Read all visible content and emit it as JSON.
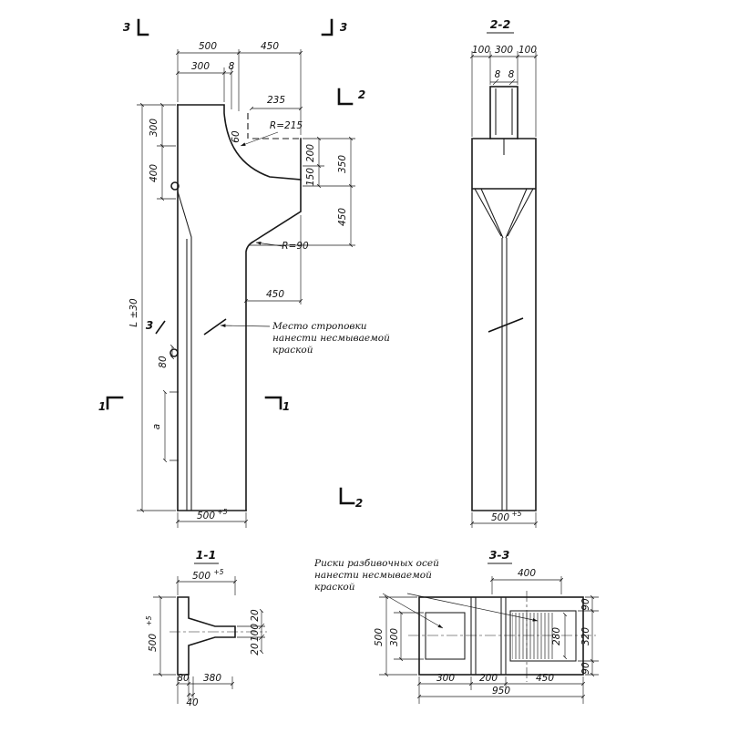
{
  "views": {
    "main": {
      "markers": {
        "sec3_left": "3",
        "sec3_top": "3",
        "sec3_mid": "3",
        "sec2_top": "2",
        "sec2_bottom": "2",
        "sec1_left": "1",
        "sec1_right": "1"
      },
      "dims": {
        "top_500": "500",
        "top_450": "450",
        "top_300": "300",
        "top_8": "8",
        "d235": "235",
        "r215": "R=215",
        "d60": "60",
        "left_300": "300",
        "left_400": "400",
        "length": "L ±30",
        "right_200": "200",
        "right_150": "150",
        "right_350": "350",
        "right_450": "450",
        "r90": "R=90",
        "mid_450": "450",
        "d80": "80",
        "d_a": "a",
        "bottom_500": "500",
        "bottom_sup": "+5"
      },
      "note": {
        "line1": "Место строповки",
        "line2": "нанести несмываемой",
        "line3": "краской"
      }
    },
    "section22": {
      "title": "2-2",
      "dims": {
        "top_100a": "100",
        "top_300": "300",
        "top_100b": "100",
        "d8a": "8",
        "d8b": "8",
        "bottom_500": "500",
        "bottom_sup": "+5"
      }
    },
    "section11": {
      "title": "1-1",
      "dims": {
        "top_500": "500",
        "top_sup": "+5",
        "left_500": "500",
        "left_sup": "+5",
        "right_20a": "20",
        "right_100": "100",
        "right_20b": "20",
        "bottom_80": "80",
        "bottom_380": "380",
        "bottom_40": "40"
      }
    },
    "section33": {
      "title": "3-3",
      "note": {
        "line1": "Риски разбивочных осей",
        "line2": "нанести несмываемой",
        "line3": "краской"
      },
      "dims": {
        "top_400": "400",
        "left_500": "500",
        "left_300": "300",
        "right_90a": "90",
        "right_320": "320",
        "right_90b": "90",
        "right_280": "280",
        "bottom_300": "300",
        "bottom_200": "200",
        "bottom_450": "450",
        "bottom_950": "950"
      }
    }
  }
}
